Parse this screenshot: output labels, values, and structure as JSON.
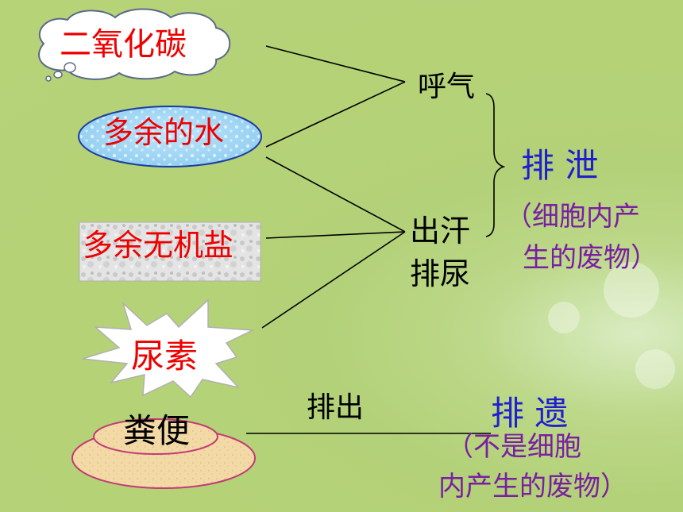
{
  "items": {
    "co2": "二氧化碳",
    "water": "多余的水",
    "salt": "多余无机盐",
    "urea": "尿素",
    "feces": "粪便"
  },
  "routes": {
    "breathe": "呼气",
    "sweat": "出汗",
    "urine": "排尿",
    "discharge": "排出"
  },
  "categories": {
    "excretion": "排 泄",
    "excretion_note_1": "（细胞内产",
    "excretion_note_2": "生的废物）",
    "egestion": "排 遗",
    "egestion_note_1": "（不是细胞",
    "egestion_note_2": "内产生的废物）"
  }
}
